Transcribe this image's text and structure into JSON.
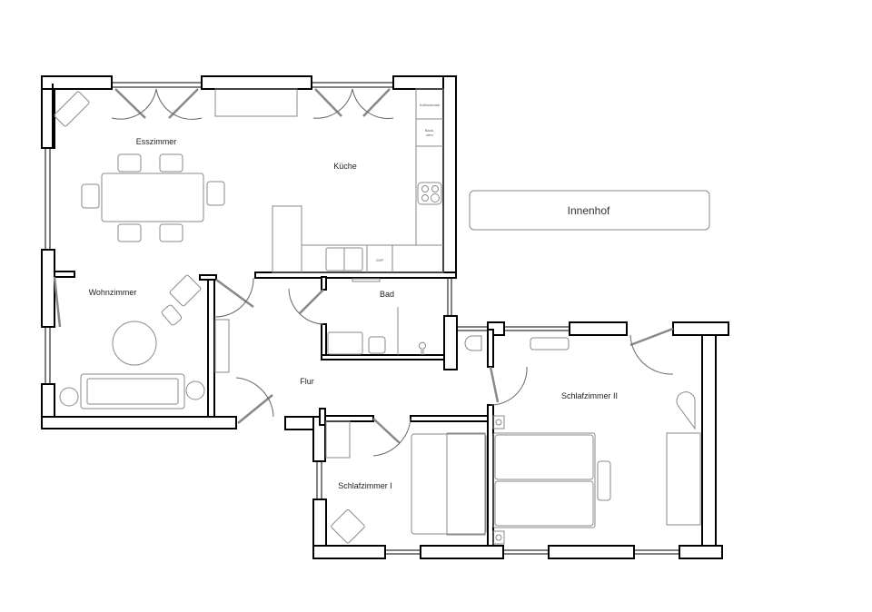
{
  "rooms": {
    "esszimmer": "Esszimmer",
    "kueche": "Küche",
    "wohnzimmer": "Wohnzimmer",
    "bad": "Bad",
    "flur": "Flur",
    "schlafzimmer1": "Schlafzimmer I",
    "schlafzimmer2": "Schlafzimmer II",
    "innenhof": "Innenhof"
  },
  "fixtures": {
    "fridge": "Kühlschrank",
    "oven_line1": "Back-",
    "oven_line2": "ofen",
    "dishwasher": "GSP"
  },
  "colors": {
    "wall": "#000000",
    "furniture": "#8a8a8a"
  }
}
